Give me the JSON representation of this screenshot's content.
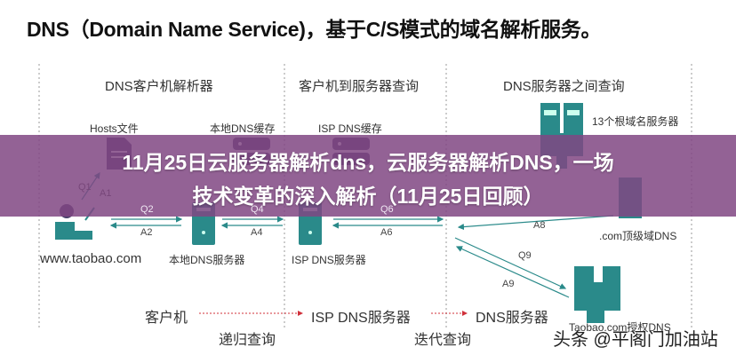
{
  "title": "DNS（Domain Name Service)，基于C/S模式的域名解析服务。",
  "columns": [
    "DNS客户机解析器",
    "客户机到服务器查询",
    "DNS服务器之间查询"
  ],
  "caches": {
    "hosts": "Hosts文件",
    "local_cache": "本地DNS缓存",
    "isp_cache": "ISP DNS缓存"
  },
  "servers": {
    "root": "13个根域名服务器",
    "com": ".com顶级域DNS",
    "auth": "Taobao.com授权DNS",
    "client": "www.taobao.com",
    "local": "本地DNS服务器",
    "isp": "ISP DNS服务器"
  },
  "arrows": {
    "q1": "Q1",
    "a1": "A1",
    "q2": "Q2",
    "a2": "A2",
    "q4": "Q4",
    "a4": "A4",
    "q6": "Q6",
    "a6": "A6",
    "a8": "A8",
    "q9": "Q9",
    "a9": "A9"
  },
  "legend": {
    "client": "客户机",
    "isp": "ISP DNS服务器",
    "dns": "DNS服务器",
    "recursive": "递归查询",
    "iterative": "迭代查询"
  },
  "overlay": {
    "line1": "11月25日云服务器解析dns，云服务器解析DNS，一场",
    "line2": "技术变革的深入解析（11月25日回顾）"
  },
  "watermark": "头条 @平阁门加油站",
  "colors": {
    "teal": "#2a8a8a",
    "purple": "#4a3f6b",
    "band": "#80468 2"
  }
}
